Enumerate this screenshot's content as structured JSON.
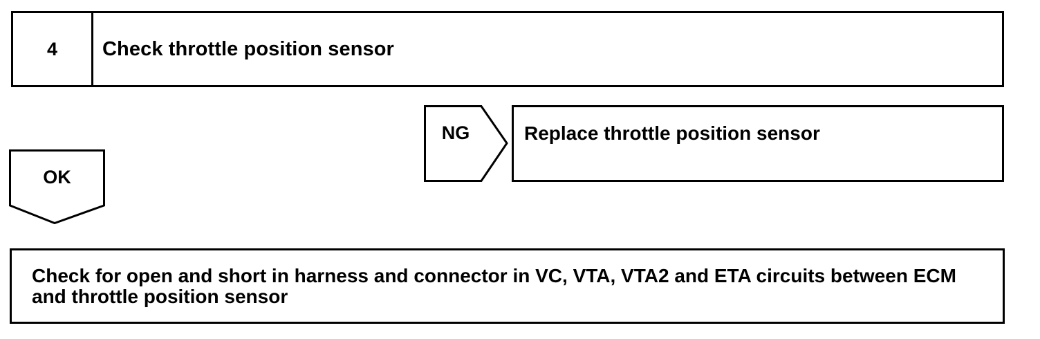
{
  "step": {
    "number": "4",
    "title": "Check throttle position sensor"
  },
  "ng_branch": {
    "label": "NG",
    "action": "Replace throttle position sensor"
  },
  "ok_branch": {
    "label": "OK"
  },
  "next_step": {
    "text": "Check for open and short in harness and connector in VC, VTA, VTA2 and ETA circuits between ECM and throttle position sensor"
  }
}
